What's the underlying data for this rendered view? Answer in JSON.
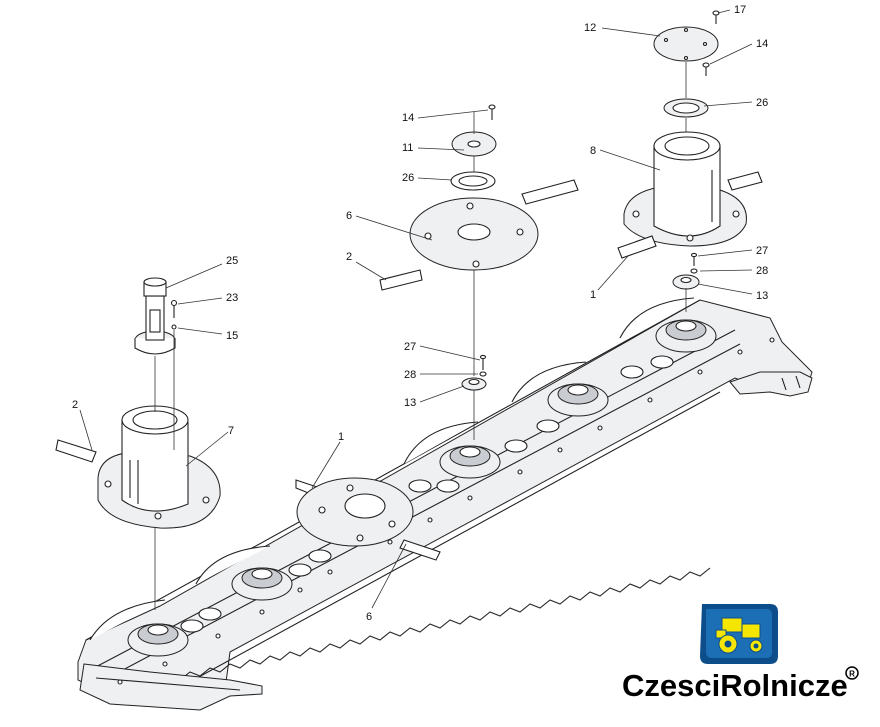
{
  "callouts": [
    {
      "id": "c17a",
      "text": "17"
    },
    {
      "id": "c12",
      "text": "12"
    },
    {
      "id": "c14a",
      "text": "14"
    },
    {
      "id": "c26a",
      "text": "26"
    },
    {
      "id": "c8",
      "text": "8"
    },
    {
      "id": "c27a",
      "text": "27"
    },
    {
      "id": "c28a",
      "text": "28"
    },
    {
      "id": "c13a",
      "text": "13"
    },
    {
      "id": "c1a",
      "text": "1"
    },
    {
      "id": "c14b",
      "text": "14"
    },
    {
      "id": "c11",
      "text": "11"
    },
    {
      "id": "c26b",
      "text": "26"
    },
    {
      "id": "c6a",
      "text": "6"
    },
    {
      "id": "c2a",
      "text": "2"
    },
    {
      "id": "c27b",
      "text": "27"
    },
    {
      "id": "c28b",
      "text": "28"
    },
    {
      "id": "c13b",
      "text": "13"
    },
    {
      "id": "c25",
      "text": "25"
    },
    {
      "id": "c23",
      "text": "23"
    },
    {
      "id": "c15",
      "text": "15"
    },
    {
      "id": "c2b",
      "text": "2"
    },
    {
      "id": "c7",
      "text": "7"
    },
    {
      "id": "c1b",
      "text": "1"
    },
    {
      "id": "c6b",
      "text": "6"
    }
  ],
  "brand": {
    "name": "CzesciRolnicze",
    "registered_mark": "R",
    "logo_icon": "tractor-icon",
    "colors": {
      "badge_blue": "#1d6fb5",
      "badge_dark": "#0d4e8a",
      "tractor_yellow": "#f4e600"
    }
  }
}
